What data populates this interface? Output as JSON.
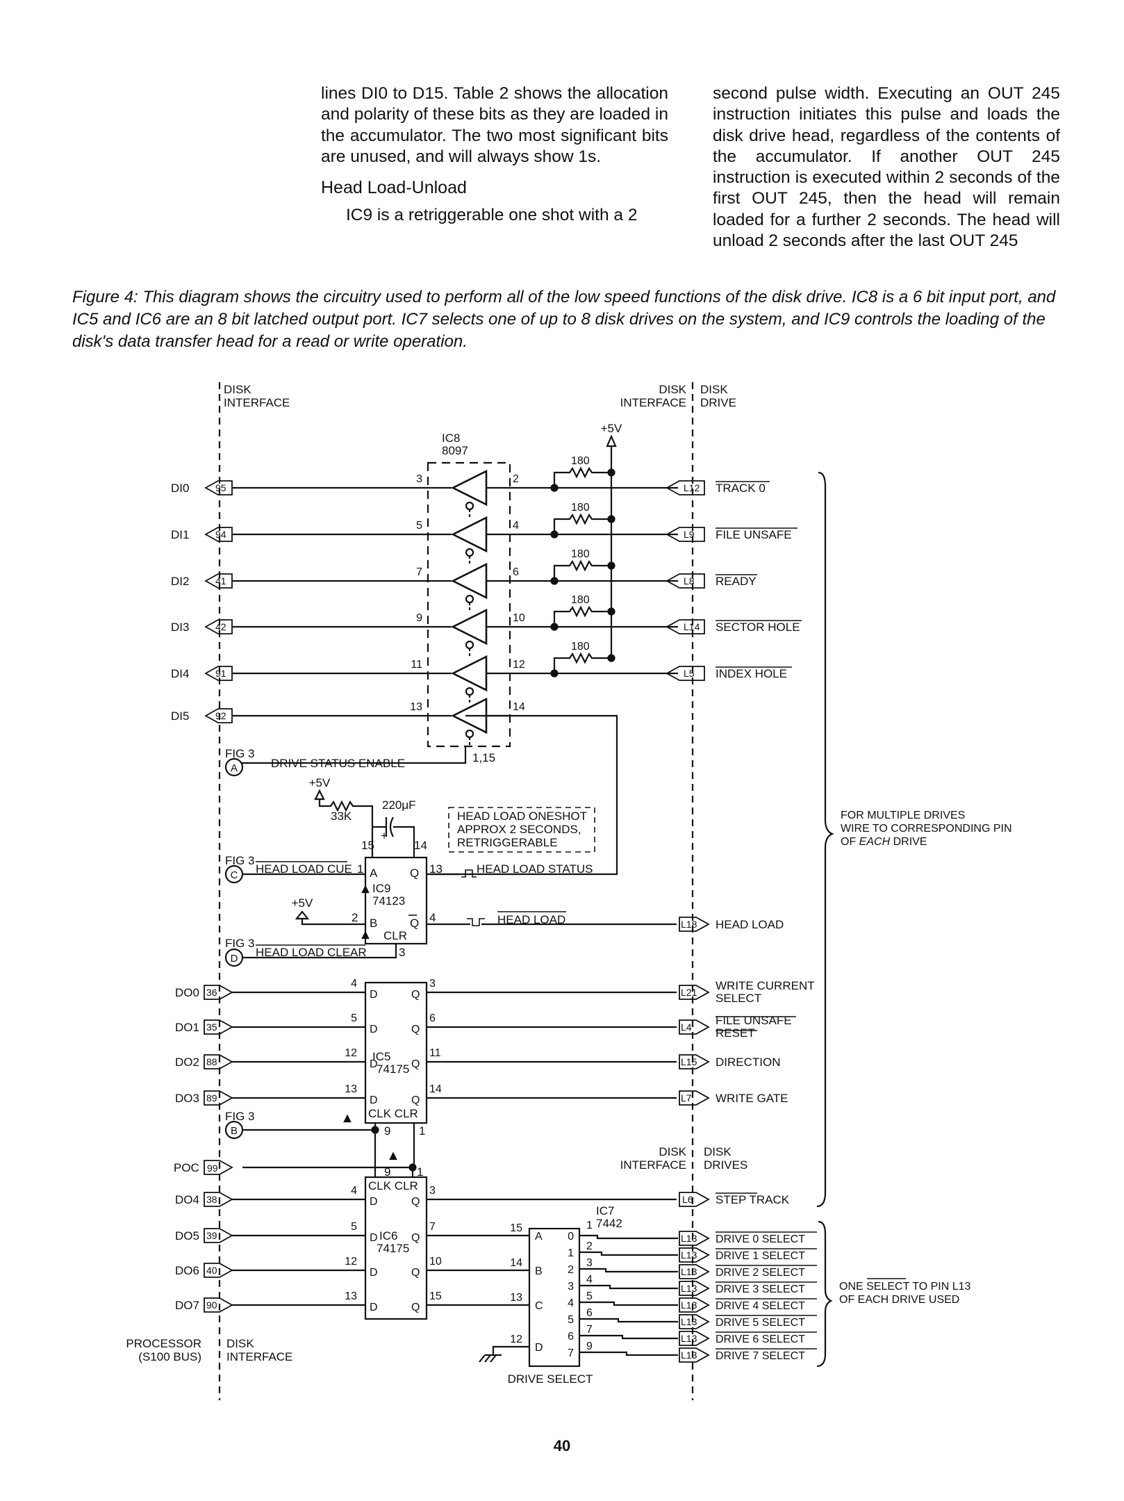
{
  "article": {
    "left_column": {
      "para1": "lines DI0 to D15. Table 2 shows the allocation and polarity of these bits as they are loaded in the accumulator. The two most significant bits are unused, and will always show 1s.",
      "heading": "Head Load-Unload",
      "para2": "IC9 is a retriggerable one shot with a 2"
    },
    "right_column": {
      "para1": "second pulse width. Executing an OUT 245 instruction initiates this pulse and loads the disk drive head, regardless of the contents of the accumulator. If another OUT 245 instruction is executed within 2 seconds of the first OUT 245, then the head will remain loaded for a further 2 seconds. The head will unload 2 seconds after the last OUT 245"
    },
    "caption": "Figure 4: This diagram shows the circuitry used to perform all of the low speed functions of the disk drive. IC8 is a 6 bit input port, and IC5 and IC6 are an 8 bit latched output port. IC7 selects one of up to 8 disk drives on the system, and IC9 controls the loading of the disk's data transfer head for a read or write operation.",
    "page_number": "40"
  },
  "schematic": {
    "boundary_labels": {
      "disk_interface_top": [
        "DISK",
        "INTERFACE"
      ],
      "disk_interface_right_top": [
        "DISK",
        "INTERFACE"
      ],
      "disk_drive_top": [
        "DISK",
        "DRIVE"
      ],
      "disk_interface_mid": [
        "DISK",
        "INTERFACE"
      ],
      "disk_drives_mid": [
        "DISK",
        "DRIVES"
      ],
      "processor_bottom": [
        "PROCESSOR",
        "(S100 BUS)"
      ],
      "disk_interface_bottom": [
        "DISK",
        "INTERFACE"
      ]
    },
    "ic8": {
      "name": "IC8",
      "part": "8097",
      "enable_pins": "1,15"
    },
    "supply": "+5V",
    "resistor": "180",
    "inputs": [
      {
        "label": "DI0",
        "pin": "95",
        "in_pin": "3",
        "out_pin": "2",
        "drive_pin": "L12",
        "signal": "TRACK 0"
      },
      {
        "label": "DI1",
        "pin": "94",
        "in_pin": "5",
        "out_pin": "4",
        "drive_pin": "L9",
        "signal": "FILE UNSAFE"
      },
      {
        "label": "DI2",
        "pin": "41",
        "in_pin": "7",
        "out_pin": "6",
        "drive_pin": "L8",
        "signal": "READY"
      },
      {
        "label": "DI3",
        "pin": "42",
        "in_pin": "9",
        "out_pin": "10",
        "drive_pin": "L14",
        "signal": "SECTOR HOLE"
      },
      {
        "label": "DI4",
        "pin": "91",
        "in_pin": "11",
        "out_pin": "12",
        "drive_pin": "L5",
        "signal": "INDEX HOLE"
      },
      {
        "label": "DI5",
        "pin": "92",
        "in_pin": "13",
        "out_pin": "14"
      }
    ],
    "fig3": "FIG 3",
    "connectors": {
      "a": "A",
      "b": "B",
      "c": "C",
      "d": "D"
    },
    "drive_status_enable": "DRIVE STATUS ENABLE",
    "ic9": {
      "name": "IC9",
      "part": "74123",
      "resistor": "33K",
      "capacitor": "220μF",
      "note": [
        "HEAD LOAD ONESHOT",
        "APPROX 2 SECONDS,",
        "RETRIGGERABLE"
      ],
      "head_load_cue": "HEAD LOAD CUE",
      "head_load_clear": "HEAD LOAD CLEAR",
      "head_load_status": "HEAD LOAD STATUS",
      "head_load": "HEAD LOAD",
      "pins": {
        "a": "A",
        "q": "Q",
        "b": "B",
        "qbar": "Q",
        "clr": "CLR",
        "p1": "1",
        "p2": "2",
        "p3": "3",
        "p4": "4",
        "p13": "13",
        "p14": "14",
        "p15": "15",
        "plus": "+"
      }
    },
    "outputs_ic5": [
      {
        "label": "DO0",
        "pin": "36",
        "d_pin": "4",
        "q_pin": "3",
        "drive_pin": "L21",
        "signal": [
          "WRITE CURRENT",
          "SELECT"
        ]
      },
      {
        "label": "DO1",
        "pin": "35",
        "d_pin": "5",
        "q_pin": "6",
        "drive_pin": "L4",
        "signal": [
          "FILE UNSAFE",
          "RESET"
        ]
      },
      {
        "label": "DO2",
        "pin": "88",
        "d_pin": "12",
        "q_pin": "11",
        "drive_pin": "L15",
        "signal": [
          "DIRECTION"
        ]
      },
      {
        "label": "DO3",
        "pin": "89",
        "d_pin": "13",
        "q_pin": "14",
        "drive_pin": "L7",
        "signal": [
          "WRITE GATE"
        ]
      }
    ],
    "ic5": {
      "name": "IC5",
      "part": "74175",
      "clk_clr": "CLK CLR",
      "clk_pin": "9",
      "clr_pin": "1",
      "d": "D",
      "q": "Q"
    },
    "poc": {
      "label": "POC",
      "pin": "99"
    },
    "ic6": {
      "name": "IC6",
      "part": "74175",
      "clk_clr": "CLK CLR",
      "clk_pin": "9",
      "clr_pin": "1"
    },
    "outputs_ic6": [
      {
        "label": "DO4",
        "pin": "38",
        "d_pin": "4",
        "q_pin": "3"
      },
      {
        "label": "DO5",
        "pin": "39",
        "d_pin": "5",
        "q_pin": "7"
      },
      {
        "label": "DO6",
        "pin": "40",
        "d_pin": "12",
        "q_pin": "10"
      },
      {
        "label": "DO7",
        "pin": "90",
        "d_pin": "13",
        "q_pin": "15"
      }
    ],
    "step_track": {
      "drive_pin": "L6",
      "signal": "STEP TRACK"
    },
    "ic7": {
      "name": "IC7",
      "part": "7442",
      "label": "DRIVE SELECT",
      "inputs": [
        {
          "name": "A",
          "pin": "15"
        },
        {
          "name": "B",
          "pin": "14"
        },
        {
          "name": "C",
          "pin": "13"
        },
        {
          "name": "D",
          "pin": "12"
        }
      ],
      "outputs": [
        {
          "n": "0",
          "pin": "1"
        },
        {
          "n": "1",
          "pin": "2"
        },
        {
          "n": "2",
          "pin": "3"
        },
        {
          "n": "3",
          "pin": "4"
        },
        {
          "n": "4",
          "pin": "5"
        },
        {
          "n": "5",
          "pin": "6"
        },
        {
          "n": "6",
          "pin": "7"
        },
        {
          "n": "7",
          "pin": "9"
        }
      ]
    },
    "drive_selects": [
      {
        "pin": "L13",
        "signal": "DRIVE 0 SELECT"
      },
      {
        "pin": "L13",
        "signal": "DRIVE 1 SELECT"
      },
      {
        "pin": "L13",
        "signal": "DRIVE 2 SELECT"
      },
      {
        "pin": "L13",
        "signal": "DRIVE 3 SELECT"
      },
      {
        "pin": "L13",
        "signal": "DRIVE 4 SELECT"
      },
      {
        "pin": "L13",
        "signal": "DRIVE 5 SELECT"
      },
      {
        "pin": "L13",
        "signal": "DRIVE 6 SELECT"
      },
      {
        "pin": "L13",
        "signal": "DRIVE 7 SELECT"
      }
    ],
    "brace_note_1": [
      "FOR MULTIPLE DRIVES",
      "WIRE TO CORRESPONDING PIN",
      "OF",
      "EACH",
      "DRIVE"
    ],
    "brace_note_2": [
      "ONE",
      "SELECT",
      "TO PIN L13",
      "OF EACH DRIVE USED"
    ]
  }
}
